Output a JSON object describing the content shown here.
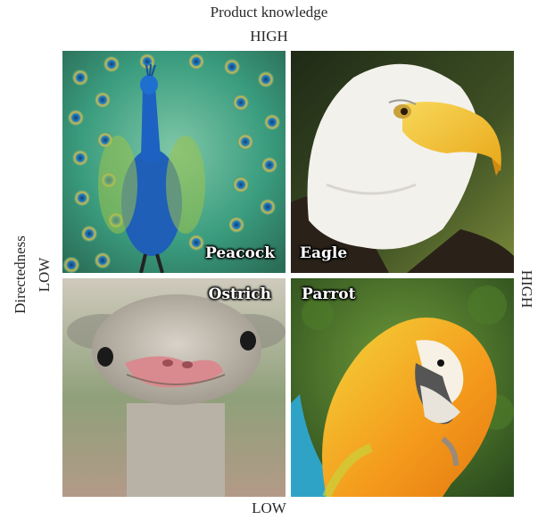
{
  "axes": {
    "top_title": "Product knowledge",
    "top_value": "HIGH",
    "bottom_value": "LOW",
    "left_title": "Directedness",
    "left_value": "LOW",
    "right_value": "HIGH"
  },
  "quadrants": [
    {
      "label": "Peacock",
      "position": "top-left"
    },
    {
      "label": "Eagle",
      "position": "top-right"
    },
    {
      "label": "Ostrich",
      "position": "bottom-left"
    },
    {
      "label": "Parrot",
      "position": "bottom-right"
    }
  ],
  "colors": {
    "peacock_blue": "#1f5fb8",
    "peacock_feather": "#3c9a86",
    "eagle_white": "#f3f1ec",
    "eagle_beak": "#f2c230",
    "ostrich_gray": "#b7b2a8",
    "ostrich_pink": "#d98a8e",
    "parrot_orange": "#f49a1c",
    "parrot_yellow": "#f3d53a",
    "parrot_blue": "#2fa3c6"
  }
}
